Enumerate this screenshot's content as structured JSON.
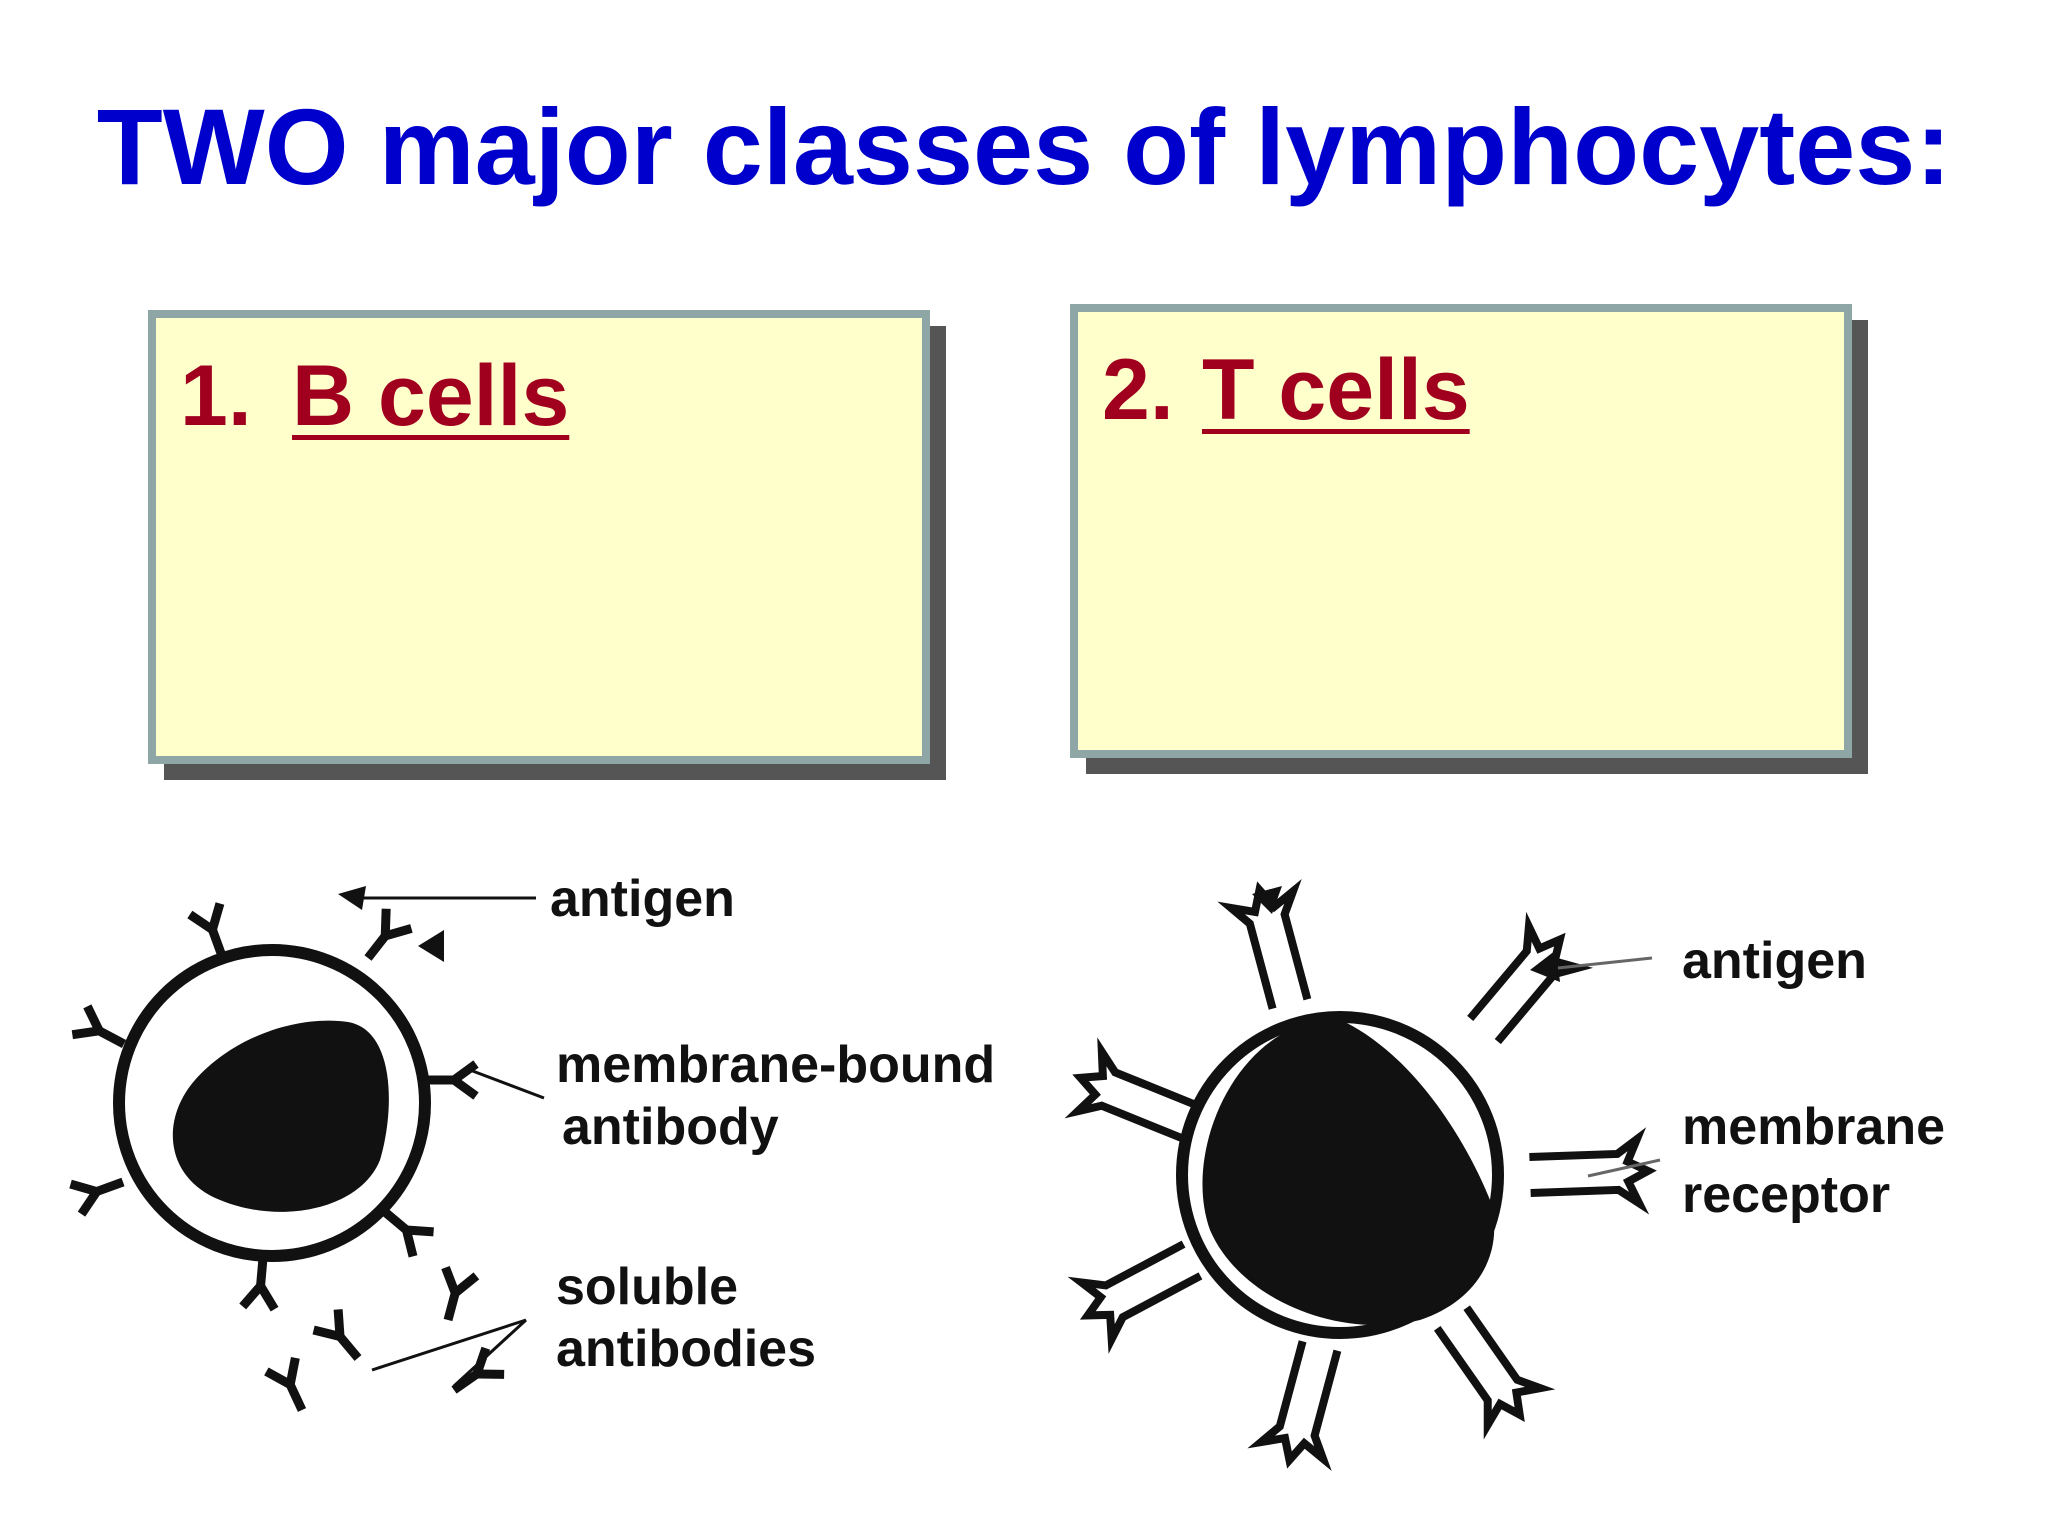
{
  "title": "TWO major classes of lymphocytes:",
  "colors": {
    "title": "#0000cc",
    "box_fill": "#ffffcc",
    "box_border": "#8fa6a6",
    "box_shadow": "#555555",
    "box_heading": "#a0001e",
    "ink": "#111111"
  },
  "boxes": [
    {
      "number": "1.",
      "name": "B cells"
    },
    {
      "number": "2.",
      "name": "T cells"
    }
  ],
  "b_cell": {
    "labels": {
      "antigen": "antigen",
      "membrane_antibody_line1": "membrane-bound",
      "membrane_antibody_line2": "antibody",
      "soluble_line1": "soluble",
      "soluble_line2": "antibodies"
    }
  },
  "t_cell": {
    "labels": {
      "antigen": "antigen",
      "receptor_line1": "membrane",
      "receptor_line2": "receptor"
    }
  }
}
